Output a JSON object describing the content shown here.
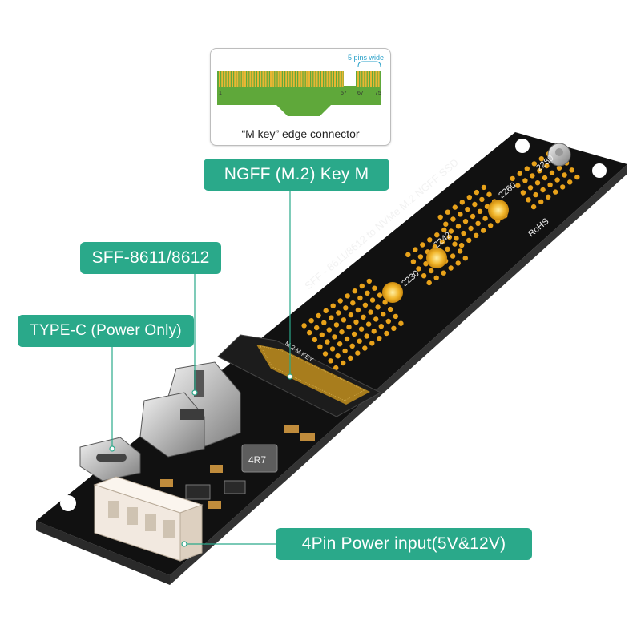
{
  "labels": {
    "ngff": "NGFF  (M.2)  Key  M",
    "sff": "SFF-8611/8612",
    "typec": "TYPE-C  (Power Only)",
    "power": "4Pin Power input(5V&12V)"
  },
  "edge_connector": {
    "caption": "“M key”  edge connector",
    "pins_wide": "5 pins wide",
    "pin_numbers": [
      "1",
      "57",
      "67",
      "75"
    ]
  },
  "board": {
    "silk_main": "SFF - 8611/8612  to  NVMe M.2  NGFF  SSD",
    "slot_text": "M.2  M  KEY",
    "lengths": [
      "2230",
      "2242",
      "2260",
      "2280"
    ],
    "rohs": "RoHS",
    "inductor": "4R7"
  },
  "colors": {
    "label_bg": "#2aa98a",
    "board": "#111111",
    "gold": "#e8a21a"
  }
}
